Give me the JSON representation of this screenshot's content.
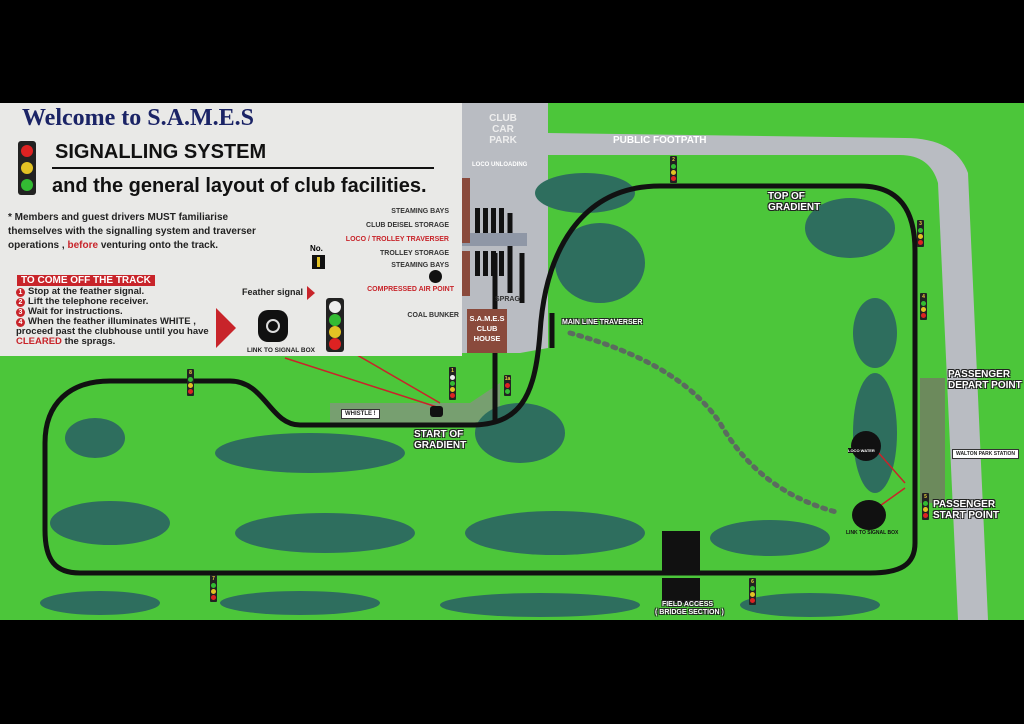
{
  "header": {
    "welcome": "Welcome to S.A.M.E.S",
    "title": "SIGNALLING SYSTEM",
    "subtitle": "and the general layout of club facilities."
  },
  "notice": {
    "prefix": "* Members and guest drivers MUST familiarise themselves with the signalling system and traverser operations ,",
    "highlight": "before",
    "suffix": "venturing onto the track."
  },
  "come_off": {
    "heading": "TO COME OFF THE TRACK",
    "steps": [
      "Stop at the feather signal.",
      "Lift the telephone receiver.",
      "Wait for instructions."
    ],
    "step4_prefix": "When the feather illuminates WHITE , proceed past the clubhouse until you have",
    "step4_highlight": "CLEARED",
    "step4_suffix": "the sprags."
  },
  "feather": {
    "label": "Feather signal",
    "no_label": "No.",
    "phone_label": "LINK TO SIGNAL BOX"
  },
  "facilities": {
    "car_park": "CLUB CAR PARK",
    "loco_unloading": "LOCO UNLOADING",
    "steaming_bays_1": "STEAMING BAYS",
    "diesel_storage": "CLUB DEISEL STORAGE",
    "traverser": "LOCO / TROLLEY TRAVERSER",
    "trolley_storage": "TROLLEY STORAGE",
    "steaming_bays_2": "STEAMING BAYS",
    "air_point": "COMPRESSED AIR POINT",
    "coal_bunker": "COAL BUNKER",
    "sprag": "SPRAG",
    "clubhouse": "S.A.M.E.S CLUB HOUSE",
    "main_line_traverser": "MAIN LINE TRAVERSER"
  },
  "map": {
    "public_footpath": "PUBLIC FOOTPATH",
    "top_gradient": "TOP OF GRADIENT",
    "start_gradient": "START OF GRADIENT",
    "whistle": "WHISTLE !",
    "depart": "PASSENGER DEPART POINT",
    "start": "PASSENGER START POINT",
    "station": "WALTON PARK STATION",
    "loco_water": "LOCO WATER",
    "link_box": "LINK TO SIGNAL BOX",
    "field_access": "FIELD ACCESS",
    "bridge": "( BRIDGE SECTION )"
  },
  "signals": [
    "1",
    "1a",
    "2",
    "3",
    "4",
    "5",
    "6",
    "7",
    "8"
  ],
  "colors": {
    "grass": "#4cc63a",
    "trees": "#2e6e5e",
    "track": "#111111",
    "accent_red": "#c8242a",
    "navy": "#1b2466"
  }
}
